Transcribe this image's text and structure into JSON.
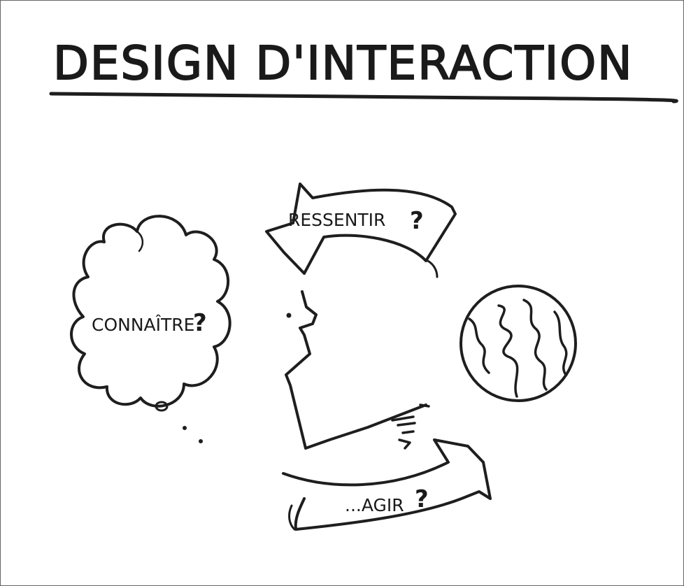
{
  "title": "DESIGN D'INTERACTION",
  "labels": {
    "connaitre": "CONNAÎTRE",
    "ressentir": "RESSENTIR",
    "agir": "...AGIR",
    "question_mark": "?"
  }
}
